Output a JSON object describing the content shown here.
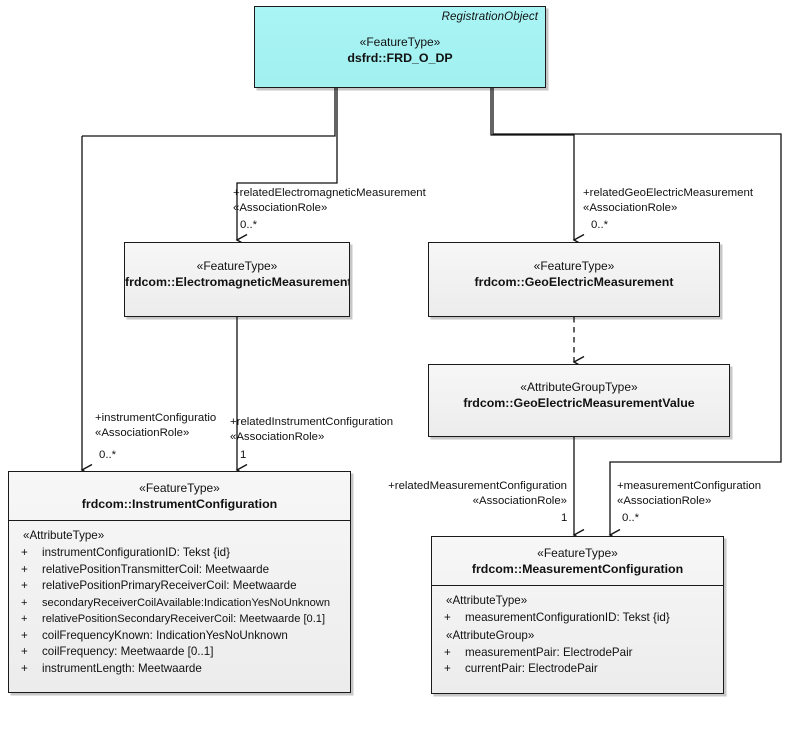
{
  "diagram": {
    "title": "UML class diagram",
    "colors": {
      "class_fill_cyan": "#a6f2f2",
      "class_fill_grey": "#f2f2f2",
      "border": "#1a1a1a",
      "background": "#ffffff"
    }
  },
  "classes": {
    "frd_o_dp": {
      "registration_object": "RegistrationObject",
      "stereotype": "«FeatureType»",
      "name": "dsfrd::FRD_O_DP"
    },
    "electromagnetic_measurement": {
      "stereotype": "«FeatureType»",
      "name": "frdcom::ElectromagneticMeasurement"
    },
    "geoelectric_measurement": {
      "stereotype": "«FeatureType»",
      "name": "frdcom::GeoElectricMeasurement"
    },
    "geoelectric_measurement_value": {
      "stereotype": "«AttributeGroupType»",
      "name": "frdcom::GeoElectricMeasurementValue"
    },
    "instrument_configuration": {
      "stereotype": "«FeatureType»",
      "name": "frdcom::InstrumentConfiguration",
      "sections": [
        {
          "group": "«AttributeType»",
          "attributes": [
            {
              "visibility": "+",
              "text": "instrumentConfigurationID: Tekst {id}"
            },
            {
              "visibility": "+",
              "text": "relativePositionTransmitterCoil: Meetwaarde"
            },
            {
              "visibility": "+",
              "text": "relativePositionPrimaryReceiverCoil: Meetwaarde"
            },
            {
              "visibility": "+",
              "text": "secondaryReceiverCoilAvailable:IndicationYesNoUnknown"
            },
            {
              "visibility": "+",
              "text": "relativePositionSecondaryReceiverCoil: Meetwaarde [0.1]"
            },
            {
              "visibility": "+",
              "text": "coilFrequencyKnown: IndicationYesNoUnknown"
            },
            {
              "visibility": "+",
              "text": "coilFrequency: Meetwaarde [0..1]"
            },
            {
              "visibility": "+",
              "text": "instrumentLength: Meetwaarde"
            }
          ]
        }
      ]
    },
    "measurement_configuration": {
      "stereotype": "«FeatureType»",
      "name": "frdcom::MeasurementConfiguration",
      "sections": [
        {
          "group": "«AttributeType»",
          "attributes": [
            {
              "visibility": "+",
              "text": "measurementConfigurationID: Tekst {id}"
            }
          ]
        },
        {
          "group": "«AttributeGroup»",
          "attributes": [
            {
              "visibility": "+",
              "text": "measurementPair: ElectrodePair"
            },
            {
              "visibility": "+",
              "text": "currentPair: ElectrodePair"
            }
          ]
        }
      ]
    }
  },
  "associations": [
    {
      "id": "related_electromagnetic_measurement",
      "role": "+relatedElectromagneticMeasurement",
      "stereotype": "«AssociationRole»",
      "multiplicity": "0..*",
      "from": "frd_o_dp",
      "to": "electromagnetic_measurement"
    },
    {
      "id": "related_geoelectric_measurement",
      "role": "+relatedGeoElectricMeasurement",
      "stereotype": "«AssociationRole»",
      "multiplicity": "0..*",
      "from": "frd_o_dp",
      "to": "geoelectric_measurement"
    },
    {
      "id": "instrument_configuration_role",
      "role": "+instrumentConfiguratio",
      "stereotype": "«AssociationRole»",
      "multiplicity": "0..*",
      "from": "frd_o_dp",
      "to": "instrument_configuration"
    },
    {
      "id": "related_instrument_configuration",
      "role": "+relatedInstrumentConfiguration",
      "stereotype": "«AssociationRole»",
      "multiplicity": "1",
      "from": "electromagnetic_measurement",
      "to": "instrument_configuration"
    },
    {
      "id": "related_measurement_configuration",
      "role": "+relatedMeasurementConfiguration",
      "stereotype": "«AssociationRole»",
      "multiplicity": "1",
      "from": "geoelectric_measurement_value",
      "to": "measurement_configuration"
    },
    {
      "id": "measurement_configuration_role",
      "role": "+measurementConfiguration",
      "stereotype": "«AssociationRole»",
      "multiplicity": "0..*",
      "from": "frd_o_dp",
      "to": "measurement_configuration"
    }
  ]
}
